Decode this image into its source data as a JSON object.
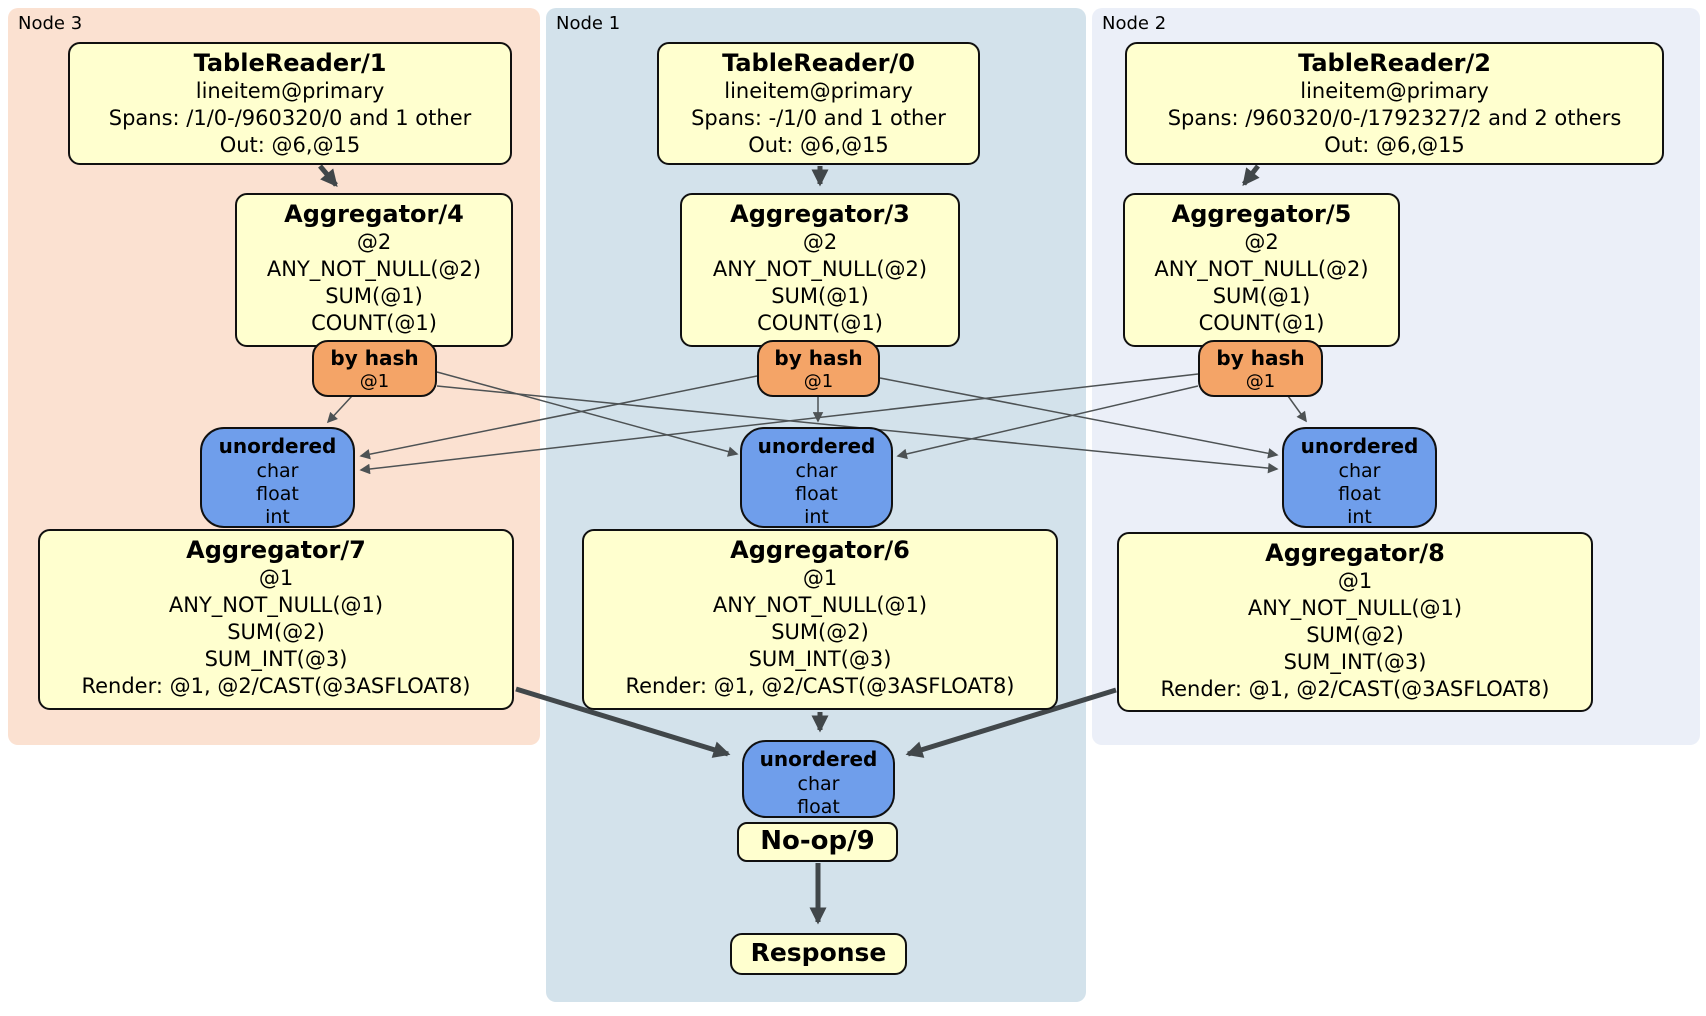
{
  "colors": {
    "node3_panel": "#fbe1d1",
    "node1_panel": "#d3e2eb",
    "node2_panel": "#ebeff8",
    "processor_box": "#ffffcf",
    "hash_router_box": "#f4a467",
    "sync_box": "#6f9eeb",
    "box_border": "#101010",
    "edge_thick": "#41474a",
    "edge_thin": "#4d5254"
  },
  "panels": {
    "node3": {
      "label": "Node 3"
    },
    "node1": {
      "label": "Node 1"
    },
    "node2": {
      "label": "Node 2"
    }
  },
  "node3": {
    "tablereader": {
      "title": "TableReader/1",
      "rows": [
        "lineitem@primary",
        "Spans: /1/0-/960320/0 and 1 other",
        "Out: @6,@15"
      ]
    },
    "aggregator_top": {
      "title": "Aggregator/4",
      "rows": [
        "@2",
        "ANY_NOT_NULL(@2)",
        "SUM(@1)",
        "COUNT(@1)"
      ]
    },
    "hash_router": {
      "title": "by hash",
      "rows": [
        "@1"
      ]
    },
    "sync": {
      "title": "unordered",
      "rows": [
        "char",
        "float",
        "int"
      ]
    },
    "aggregator_final": {
      "title": "Aggregator/7",
      "rows": [
        "@1",
        "ANY_NOT_NULL(@1)",
        "SUM(@2)",
        "SUM_INT(@3)",
        "Render: @1, @2/CAST(@3ASFLOAT8)"
      ]
    }
  },
  "node1": {
    "tablereader": {
      "title": "TableReader/0",
      "rows": [
        "lineitem@primary",
        "Spans: -/1/0 and 1 other",
        "Out: @6,@15"
      ]
    },
    "aggregator_top": {
      "title": "Aggregator/3",
      "rows": [
        "@2",
        "ANY_NOT_NULL(@2)",
        "SUM(@1)",
        "COUNT(@1)"
      ]
    },
    "hash_router": {
      "title": "by hash",
      "rows": [
        "@1"
      ]
    },
    "sync": {
      "title": "unordered",
      "rows": [
        "char",
        "float",
        "int"
      ]
    },
    "aggregator_final": {
      "title": "Aggregator/6",
      "rows": [
        "@1",
        "ANY_NOT_NULL(@1)",
        "SUM(@2)",
        "SUM_INT(@3)",
        "Render: @1, @2/CAST(@3ASFLOAT8)"
      ]
    },
    "final_sync": {
      "title": "unordered",
      "rows": [
        "char",
        "float"
      ]
    },
    "noop": {
      "title": "No-op/9"
    },
    "response": {
      "title": "Response"
    }
  },
  "node2": {
    "tablereader": {
      "title": "TableReader/2",
      "rows": [
        "lineitem@primary",
        "Spans: /960320/0-/1792327/2 and 2 others",
        "Out: @6,@15"
      ]
    },
    "aggregator_top": {
      "title": "Aggregator/5",
      "rows": [
        "@2",
        "ANY_NOT_NULL(@2)",
        "SUM(@1)",
        "COUNT(@1)"
      ]
    },
    "hash_router": {
      "title": "by hash",
      "rows": [
        "@1"
      ]
    },
    "sync": {
      "title": "unordered",
      "rows": [
        "char",
        "float",
        "int"
      ]
    },
    "aggregator_final": {
      "title": "Aggregator/8",
      "rows": [
        "@1",
        "ANY_NOT_NULL(@1)",
        "SUM(@2)",
        "SUM_INT(@3)",
        "Render: @1, @2/CAST(@3ASFLOAT8)"
      ]
    }
  },
  "edges": {
    "thick": [
      {
        "from": "TableReader/1",
        "to": "Aggregator/4"
      },
      {
        "from": "TableReader/0",
        "to": "Aggregator/3"
      },
      {
        "from": "TableReader/2",
        "to": "Aggregator/5"
      },
      {
        "from": "Aggregator/7",
        "to": "unordered-final"
      },
      {
        "from": "Aggregator/6",
        "to": "unordered-final"
      },
      {
        "from": "Aggregator/8",
        "to": "unordered-final"
      },
      {
        "from": "No-op/9",
        "to": "Response"
      }
    ],
    "thin": [
      {
        "from": "by hash (Node 3)",
        "to": "unordered (Node 3)"
      },
      {
        "from": "by hash (Node 3)",
        "to": "unordered (Node 1)"
      },
      {
        "from": "by hash (Node 3)",
        "to": "unordered (Node 2)"
      },
      {
        "from": "by hash (Node 1)",
        "to": "unordered (Node 3)"
      },
      {
        "from": "by hash (Node 1)",
        "to": "unordered (Node 1)"
      },
      {
        "from": "by hash (Node 1)",
        "to": "unordered (Node 2)"
      },
      {
        "from": "by hash (Node 2)",
        "to": "unordered (Node 3)"
      },
      {
        "from": "by hash (Node 2)",
        "to": "unordered (Node 1)"
      },
      {
        "from": "by hash (Node 2)",
        "to": "unordered (Node 2)"
      }
    ]
  }
}
